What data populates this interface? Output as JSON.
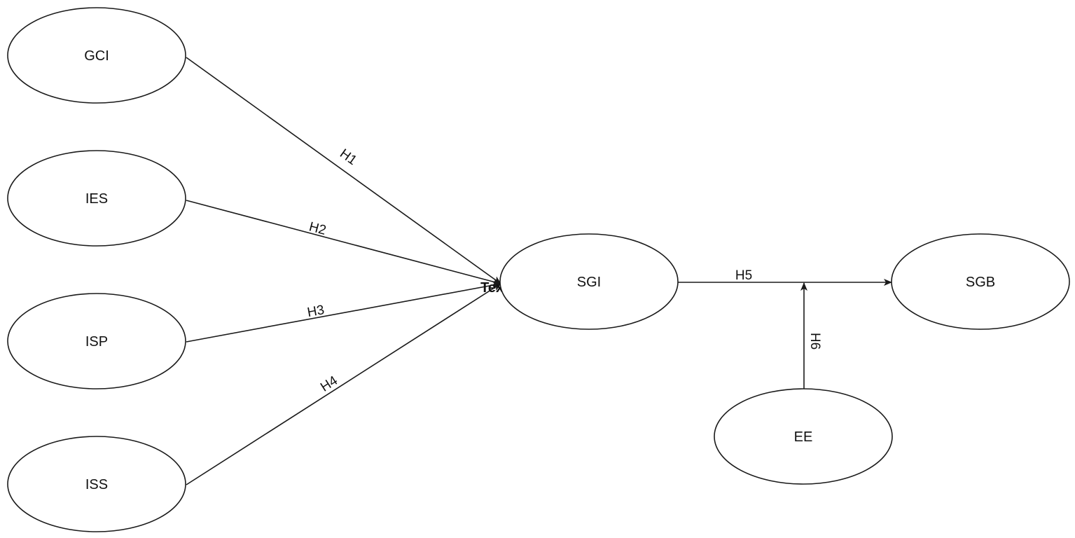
{
  "nodes": {
    "gci": "GCI",
    "ies": "IES",
    "isp": "ISP",
    "iss": "ISS",
    "sgi": "SGI",
    "sgb": "SGB",
    "ee": "EE"
  },
  "edges": {
    "h1": "H1",
    "h2": "H2",
    "h3": "H3",
    "h4": "H4",
    "h5": "H5",
    "h6": "H6"
  },
  "stray_text": "Text"
}
